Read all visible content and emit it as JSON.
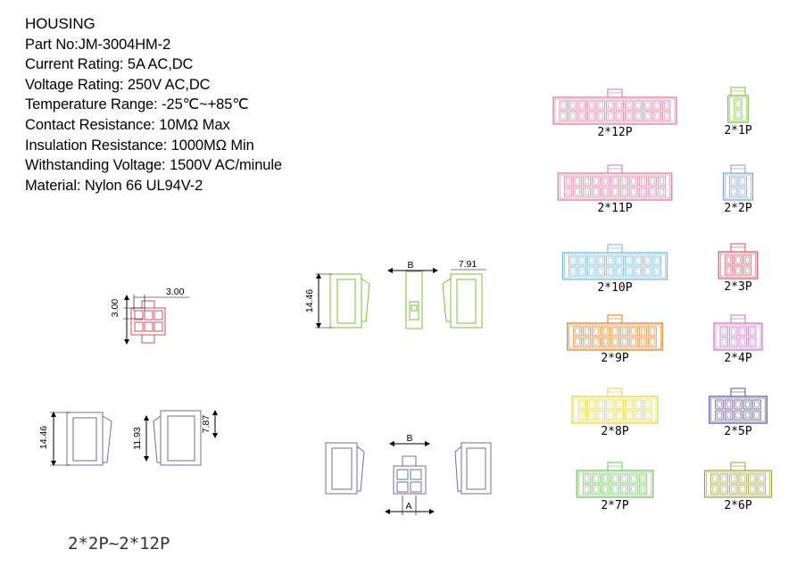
{
  "specs": {
    "title": "HOUSING",
    "part_no": "Part No:JM-3004HM-2",
    "current_rating": "Current Rating: 5A AC,DC",
    "voltage_rating": "Voltage Rating: 250V AC,DC",
    "temperature_range": "Temperature Range: -25℃~+85℃",
    "contact_resistance": "Contact Resistance: 10MΩ   Max",
    "insulation_resistance": "Insulation Resistance: 1000MΩ    Min",
    "withstanding_voltage": "Withstanding Voltage: 1500V AC/minule",
    "material": "Material: Nylon 66 UL94V-2"
  },
  "dimensions": {
    "pitch_vertical": "3.00",
    "pitch_horizontal": "3.00",
    "height_top": "14.46",
    "width_top": "7.91",
    "label_b_top": "B",
    "height_bottom": "14.46",
    "height_mid": "11.93",
    "height_small": "7.87",
    "label_b_bottom": "B",
    "label_a_bottom": "A"
  },
  "range_label": "2*2P~2*12P",
  "variants": [
    {
      "label": "2*12P",
      "cols": 12,
      "color": "#d9739a"
    },
    {
      "label": "2*1P",
      "cols": 1,
      "color": "#7fbf3f"
    },
    {
      "label": "2*11P",
      "cols": 11,
      "color": "#d9739a"
    },
    {
      "label": "2*2P",
      "cols": 2,
      "color": "#7f9fcf"
    },
    {
      "label": "2*10P",
      "cols": 10,
      "color": "#6fb7d9"
    },
    {
      "label": "2*3P",
      "cols": 3,
      "color": "#d94f5f"
    },
    {
      "label": "2*9P",
      "cols": 9,
      "color": "#e07a1f"
    },
    {
      "label": "2*4P",
      "cols": 4,
      "color": "#c86fc8"
    },
    {
      "label": "2*8P",
      "cols": 8,
      "color": "#e3d43a"
    },
    {
      "label": "2*5P",
      "cols": 5,
      "color": "#5f4f8f"
    },
    {
      "label": "2*7P",
      "cols": 7,
      "color": "#6fbf5f"
    },
    {
      "label": "2*6P",
      "cols": 6,
      "color": "#9f9f3f"
    }
  ]
}
